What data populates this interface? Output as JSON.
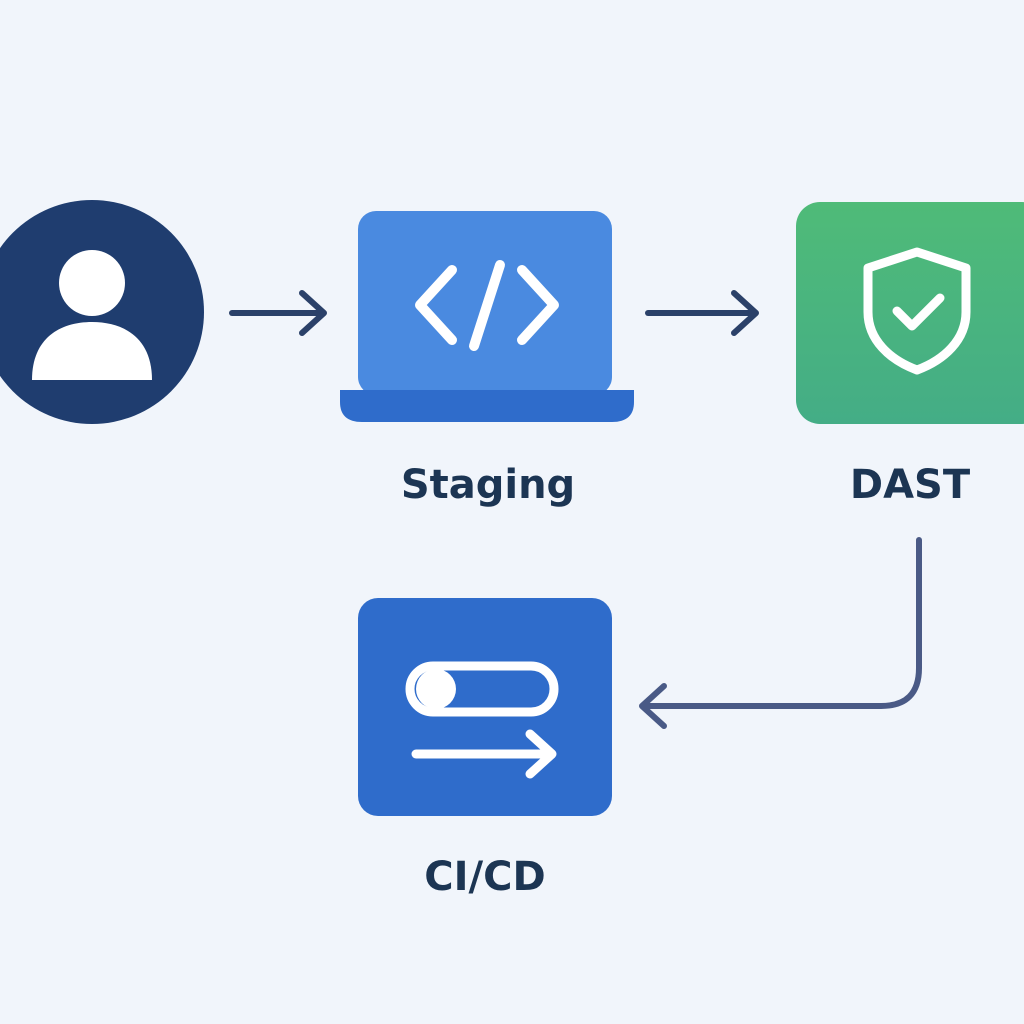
{
  "nodes": {
    "user": {
      "icon": "user-icon"
    },
    "staging": {
      "label": "Staging",
      "icon": "code-brackets-icon"
    },
    "dast": {
      "label": "DAST",
      "icon": "shield-check-icon"
    },
    "cicd": {
      "label": "CI/CD",
      "icon": "pipeline-toggle-icon"
    }
  },
  "edges": [
    {
      "from": "user",
      "to": "staging"
    },
    {
      "from": "staging",
      "to": "dast"
    },
    {
      "from": "dast",
      "to": "cicd"
    }
  ],
  "colors": {
    "background": "#f1f5fb",
    "user_circle": "#1f3d6f",
    "laptop_screen": "#4a8ae0",
    "laptop_base": "#2f6ccb",
    "dast_box": "#48b47e",
    "cicd_box": "#2f6ccb",
    "arrow": "#2b4169",
    "return_arrow": "#4a5a86",
    "label_text": "#1c3553",
    "icon_white": "#ffffff"
  }
}
